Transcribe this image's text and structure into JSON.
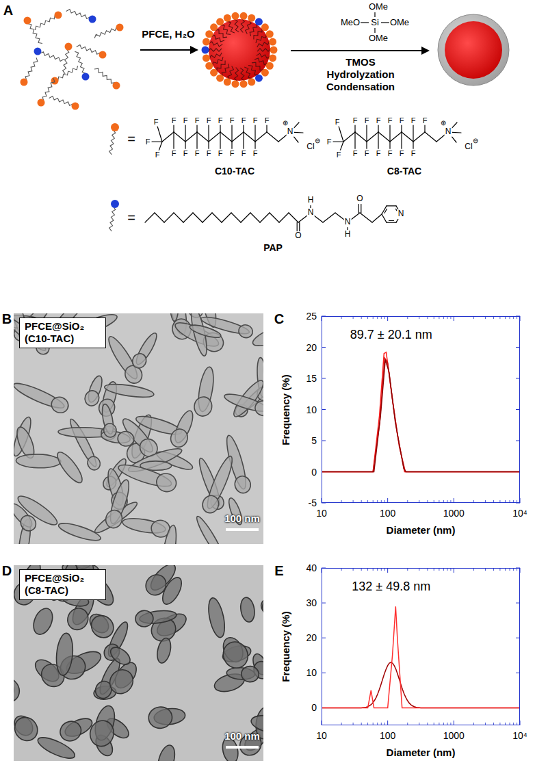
{
  "diagram": {
    "nodes": [
      {
        "text": [
          "100 nm"
        ]
      },
      {
        "text": [
          "PFCE@SiO₂ (C10-TAC)"
        ],
        "in": 0
      },
      {
        "text": [
          "89.7 ± 20.1 nm"
        ]
      },
      {
        "text": [
          "100 nm"
        ]
      },
      {
        "text": [
          "PFCE@SiO₂ (C8-TAC)"
        ],
        "in": 3
      },
      {
        "text": [
          "132 ± 49.8 nm"
        ]
      }
    ],
    "labels": [
      "A",
      "PFCE, H₂O",
      "OMe",
      "MeO",
      "Si",
      "OMe",
      "OMe",
      "TMOS",
      "Hydrolyzation",
      "Condensation",
      "=",
      "F",
      "F",
      "F",
      "F",
      "F",
      "F",
      "F",
      "F",
      "F",
      "F",
      "F",
      "F",
      "F",
      "F",
      "F",
      "F",
      "F",
      "F",
      "F",
      "F",
      "N",
      "⊕",
      "Cl",
      "⊖",
      "C10-TAC",
      "F",
      "F",
      "F",
      "F",
      "F",
      "F",
      "F",
      "F",
      "F",
      "F",
      "F",
      "F",
      "F",
      "F",
      "F",
      "F",
      "N",
      "⊕",
      "Cl",
      "⊖",
      "C8-TAC",
      "=",
      "O",
      "N",
      "H",
      "N",
      "H",
      "O",
      "N",
      "PAP",
      "B",
      "C",
      "Frequency (%)",
      "Diameter (nm)",
      "25",
      "20",
      "15",
      "10",
      "5",
      "0",
      "-5",
      "10",
      "100",
      "1000",
      "10⁴",
      "D",
      "E",
      "Frequency (%)",
      "Diameter (nm)",
      "40",
      "30",
      "20",
      "10",
      "0",
      "10",
      "100",
      "1000",
      "10⁴"
    ]
  }
}
